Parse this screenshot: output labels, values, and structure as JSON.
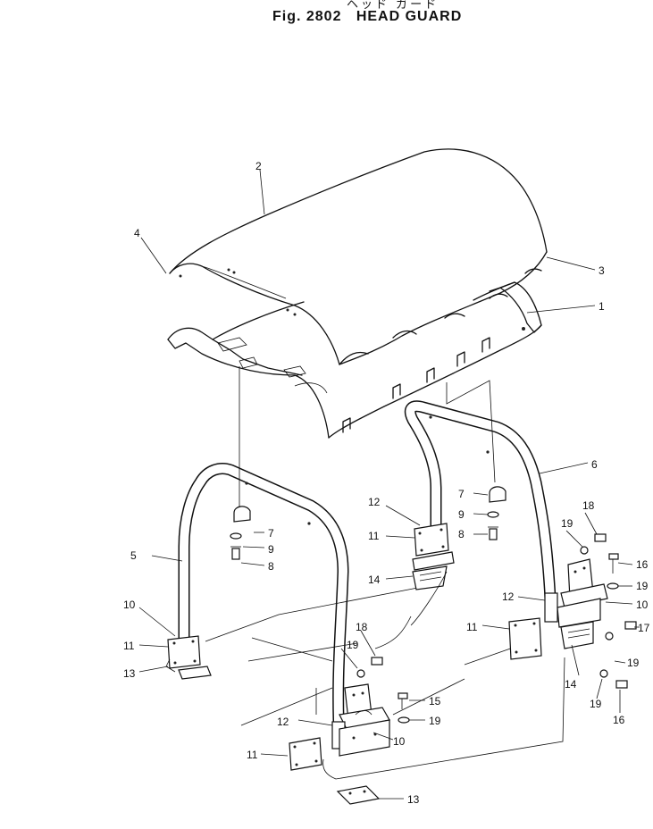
{
  "header": {
    "kana": "ヘッド ガード",
    "figure": "Fig. 2802",
    "name": "HEAD GUARD"
  },
  "callouts": [
    {
      "id": "c-2",
      "label": "2"
    },
    {
      "id": "c-4",
      "label": "4"
    },
    {
      "id": "c-3",
      "label": "3"
    },
    {
      "id": "c-1",
      "label": "1"
    },
    {
      "id": "c-6",
      "label": "6"
    },
    {
      "id": "c-7a",
      "label": "7"
    },
    {
      "id": "c-9a",
      "label": "9"
    },
    {
      "id": "c-8a",
      "label": "8"
    },
    {
      "id": "c-12a",
      "label": "12"
    },
    {
      "id": "c-11a",
      "label": "11"
    },
    {
      "id": "c-14a",
      "label": "14"
    },
    {
      "id": "c-7b",
      "label": "7"
    },
    {
      "id": "c-9b",
      "label": "9"
    },
    {
      "id": "c-8b",
      "label": "8"
    },
    {
      "id": "c-5",
      "label": "5"
    },
    {
      "id": "c-10a",
      "label": "10"
    },
    {
      "id": "c-11b",
      "label": "11"
    },
    {
      "id": "c-13a",
      "label": "13"
    },
    {
      "id": "c-18a",
      "label": "18"
    },
    {
      "id": "c-19a",
      "label": "19"
    },
    {
      "id": "c-15",
      "label": "15"
    },
    {
      "id": "c-19b",
      "label": "19"
    },
    {
      "id": "c-12b",
      "label": "12"
    },
    {
      "id": "c-10b",
      "label": "10"
    },
    {
      "id": "c-11c",
      "label": "11"
    },
    {
      "id": "c-13b",
      "label": "13"
    },
    {
      "id": "c-18b",
      "label": "18"
    },
    {
      "id": "c-19c",
      "label": "19"
    },
    {
      "id": "c-16a",
      "label": "16"
    },
    {
      "id": "c-19d",
      "label": "19"
    },
    {
      "id": "c-12c",
      "label": "12"
    },
    {
      "id": "c-10c",
      "label": "10"
    },
    {
      "id": "c-11d",
      "label": "11"
    },
    {
      "id": "c-17",
      "label": "17"
    },
    {
      "id": "c-19e",
      "label": "19"
    },
    {
      "id": "c-14b",
      "label": "14"
    },
    {
      "id": "c-19f",
      "label": "19"
    },
    {
      "id": "c-16b",
      "label": "16"
    }
  ]
}
